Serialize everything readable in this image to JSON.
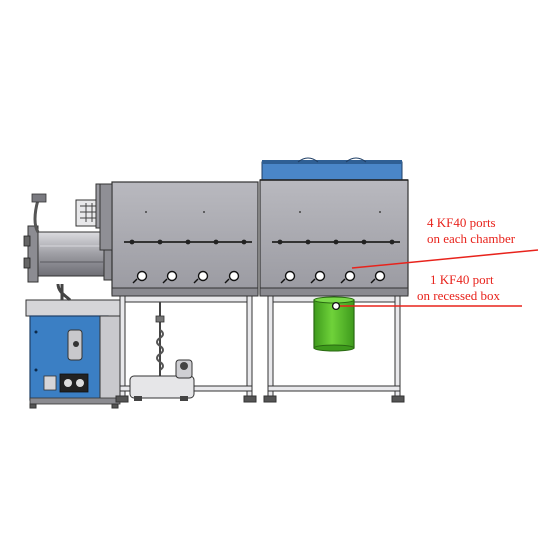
{
  "annotations": {
    "kf40_ports_line1": "4 KF40 ports",
    "kf40_ports_line2": "on each chamber",
    "recessed_port_line1": "1 KF40 port",
    "recessed_port_line2": "on recessed box"
  },
  "colors": {
    "callout": "#e8231c",
    "chamber_gray": "#a7a7ae",
    "blue_panel": "#3b7fc4",
    "green_box": "#5bbf2c",
    "top_strip": "#4a86c8"
  },
  "icons": [
    "vacuum-pump-icon",
    "kf40-port-icon",
    "gauge-icon"
  ]
}
